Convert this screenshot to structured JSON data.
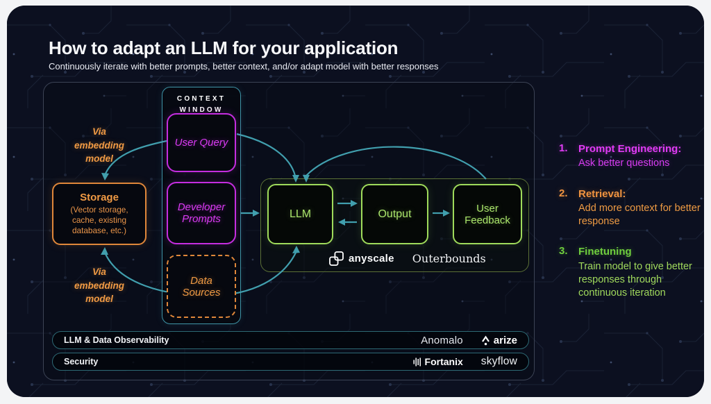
{
  "header": {
    "title": "How to adapt an LLM for your application",
    "subtitle": "Continuously iterate with better prompts, better context, and/or adapt model with better responses"
  },
  "colors": {
    "background": "#0c1020",
    "magenta": "#d93af2",
    "orange": "#f09a44",
    "green": "#9fdb5b",
    "teal_arrow": "#419fae",
    "context_border": "#3e93a6",
    "group_border": "#5b7036"
  },
  "diagram": {
    "context_window": {
      "title": "CONTEXT WINDOW",
      "user_query": "User Query",
      "developer_prompts": "Developer Prompts",
      "data_sources": "Data Sources"
    },
    "storage": {
      "title": "Storage",
      "subtitle": "(Vector storage, cache, existing database, etc.)"
    },
    "via_embedding_top": "Via embedding model",
    "via_embedding_bottom": "Via embedding model",
    "pipeline": {
      "llm": "LLM",
      "output": "Output",
      "user_feedback": "User Feedback"
    },
    "partners": {
      "anyscale": "anyscale",
      "outerbounds": "Outerbounds"
    }
  },
  "steps": [
    {
      "number": "1.",
      "title": "Prompt Engineering:",
      "body": "Ask better questions"
    },
    {
      "number": "2.",
      "title": "Retrieval:",
      "body": "Add more context for better response"
    },
    {
      "number": "3.",
      "title": "Finetuning",
      "body": "Train model to give better responses through continuous iteration"
    }
  ],
  "footer": {
    "observability": {
      "label": "LLM & Data Observability",
      "anomalo": "Anomalo",
      "arize": "arize"
    },
    "security": {
      "label": "Security",
      "fortanix": "Fortanix",
      "skyflow": "skyflow"
    }
  }
}
